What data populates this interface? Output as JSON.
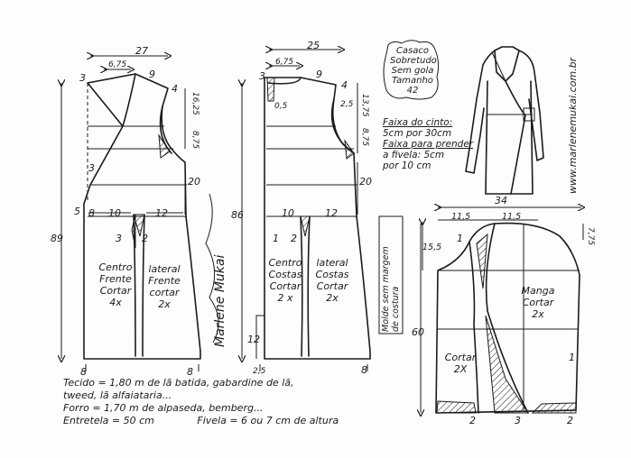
{
  "title_block": {
    "lines": [
      "Casaco",
      "Sobretudo",
      "Sem gola",
      "Tamanho",
      "42"
    ]
  },
  "website": "www.marlenemukai.com.br",
  "belt_note": {
    "line1": "Faixa do cinto:",
    "line2": "5cm por 30cm",
    "line3": "Faixa para prender",
    "line4": "a fivela: 5cm",
    "line5": "por 10 cm"
  },
  "seam_note": {
    "line1": "Molde sem margem",
    "line2": "de costura"
  },
  "signature": "Marlene Mukai",
  "front": {
    "width_top": "27",
    "neck_w": "6,75",
    "shoulder": "9",
    "m3": "3",
    "m4": "4",
    "m1625": "16,25",
    "m875": "8,75",
    "m3b": "3",
    "m20": "20",
    "m5": "5",
    "m8a": "8",
    "m10": "10",
    "m12": "12",
    "m3c": "3",
    "m2": "2",
    "height": "89",
    "m8b": "8",
    "m8c": "8",
    "label_center": [
      "Centro",
      "Frente",
      "Cortar",
      "4x"
    ],
    "label_side": [
      "lateral",
      "Frente",
      "cortar",
      "2x"
    ]
  },
  "back": {
    "width_top": "25",
    "neck_w": "6,75",
    "shoulder": "9",
    "m3": "3",
    "m4": "4",
    "m05": "0,5",
    "m25": "2,5",
    "m1375": "13,75",
    "m875": "8,75",
    "m20": "20",
    "m10": "10",
    "m12": "12",
    "m1": "1",
    "m2": "2",
    "height": "86",
    "m12b": "12",
    "m25b": "2,5",
    "m8": "8",
    "label_center": [
      "Centro",
      "Costas",
      "Cortar",
      "2 x"
    ],
    "label_side": [
      "lateral",
      "Costas",
      "Cortar",
      "2x"
    ]
  },
  "sleeve": {
    "width": "34",
    "m115a": "11,5",
    "m115b": "11,5",
    "m775": "7,75",
    "m155": "15,5",
    "height": "60",
    "m1a": "1",
    "m1b": "1",
    "m2": "2",
    "m3": "3",
    "m2b": "2",
    "label_main": [
      "Manga",
      "Cortar",
      "2x"
    ],
    "label_under": [
      "Cortar",
      "2X"
    ]
  },
  "fabric": {
    "line1": "Tecido = 1,80 m de lã batida, gabardine de lã,",
    "line2": "tweed, lã alfaiataria...",
    "line3": "Forro = 1,70 m de alpaseda, bemberg...",
    "line4": "Entretela = 50 cm",
    "line5": "Fivela = 6 ou 7 cm de altura"
  }
}
